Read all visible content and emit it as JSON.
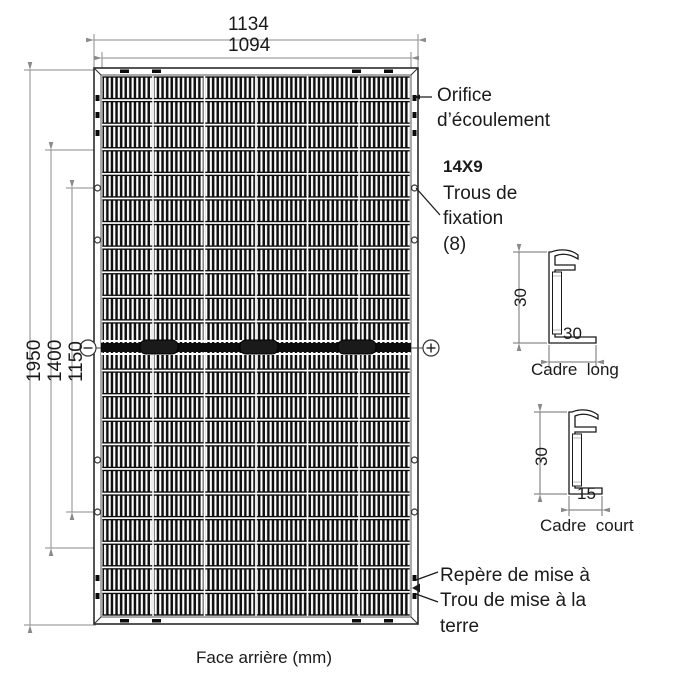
{
  "drawing": {
    "caption": "Face arrière (mm)",
    "units": "mm"
  },
  "dimensions": {
    "top_outer": "1134",
    "top_inner": "1094",
    "left_outer": "1950",
    "left_mid": "1400",
    "left_inner": "1150"
  },
  "annotations": {
    "drain_line1": "Orifice",
    "drain_line2": "d’écoulement",
    "mount_size": "14X9",
    "mount_line1": "Trous de",
    "mount_line2": "fixation",
    "mount_line3": "(8)",
    "ground_line1": "Repère de mise à",
    "ground_line2": "Trou de mise à la",
    "ground_line3": "terre"
  },
  "terminals": {
    "negative": "−",
    "positive": "+"
  },
  "frames": [
    {
      "id": "long",
      "caption": "Cadre  long",
      "height": "30",
      "width": "30"
    },
    {
      "id": "court",
      "caption": "Cadre  court",
      "height": "30",
      "width": "15"
    }
  ],
  "panel": {
    "cell_columns": 6,
    "cell_rows": 22,
    "busbars_per_cell": 13
  },
  "colors": {
    "ink": "#1a1a1a",
    "dim_line": "#8a8a8a",
    "cell": "#111111",
    "frame": "#2b2b2b"
  }
}
